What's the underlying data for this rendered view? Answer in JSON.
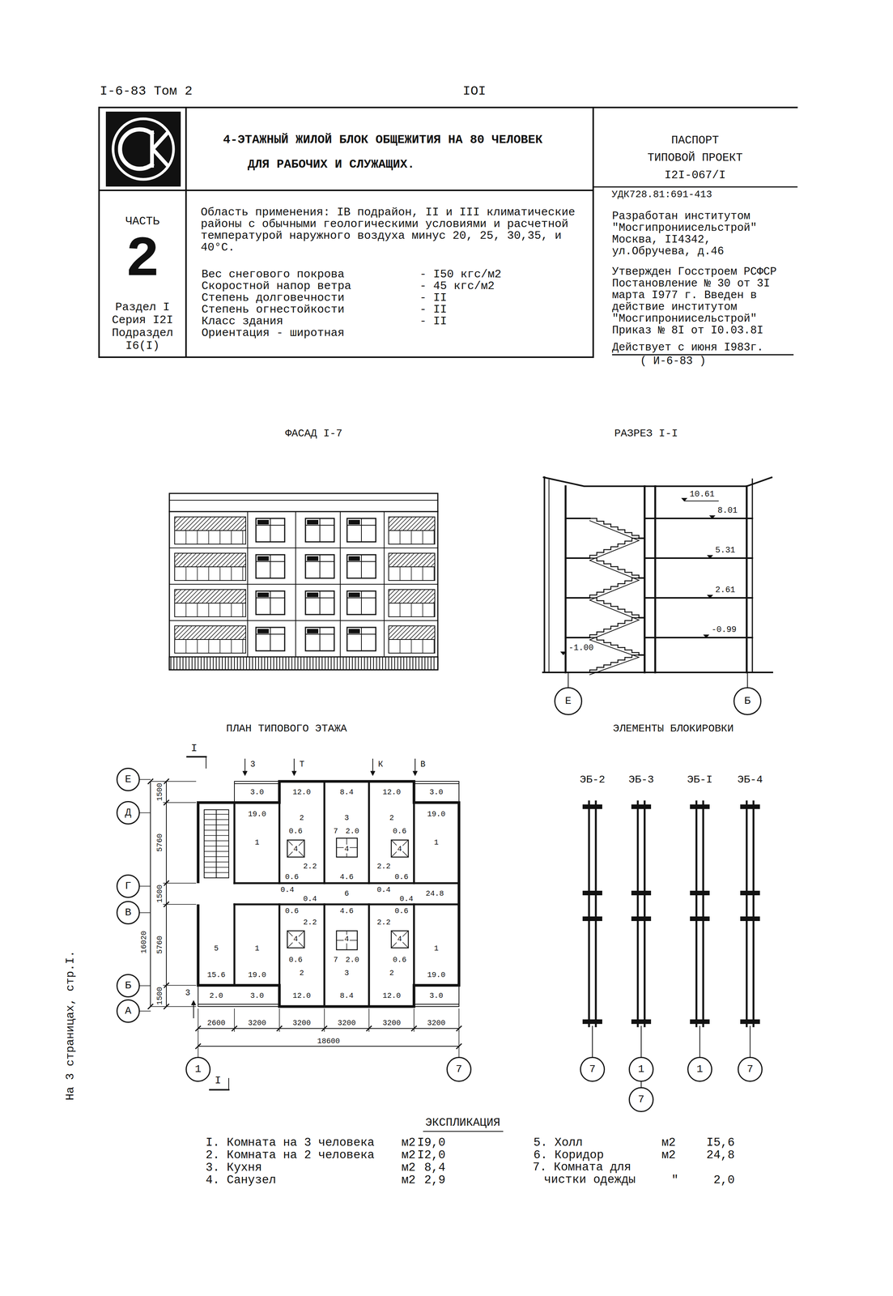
{
  "diagram": {
    "nodes": [
      {
        "text": [
          "4-ЭТАЖНЫЙ ЖИЛОЙ БЛОК ОБЩЕЖИТИЯ НА 80 ЧЕЛОВЕК ДЛЯ РАБОЧИХ И СЛУЖАЩИХ."
        ]
      },
      {
        "text": [
          "ПАСПОРТ",
          "ТИПОВОЙ ПРОЕКТ",
          "I2I-067/I"
        ]
      },
      {
        "text": [
          "Разработан институтом \"Мосгипрониисельстрой\" Москва, II4342, ул.Обручева, д.46",
          "Утвержден Госстроем РСФСР Постановление № 30 от 3I марта I977 г. Введен в действие институтом \"Мосгипрониисельстрой\" Приказ № 8I от I0.03.8I",
          "Действует с июня I983г.",
          "( И-6-83 )"
        ]
      },
      {
        "text": [
          "ЧАСТЬ",
          "2",
          "Раздел I",
          "Серия I2I",
          "Подраздел I6(I)"
        ]
      },
      {
        "text": [
          "Область применения: IВ подрайон, II и III климатические районы с обычными геологическими условиями и расчетной температурой наружного воздуха минус 20, 25, 30,35, и 40°С."
        ]
      },
      {
        "text": [
          "Е"
        ]
      },
      {
        "text": [
          "Б"
        ]
      },
      {
        "text": [
          "Е"
        ]
      },
      {
        "text": [
          "Д"
        ]
      },
      {
        "text": [
          "Г"
        ]
      },
      {
        "text": [
          "В"
        ]
      },
      {
        "text": [
          "Б"
        ]
      },
      {
        "text": [
          "А"
        ]
      },
      {
        "text": [
          "1"
        ]
      },
      {
        "text": [
          "7"
        ]
      },
      {
        "text": [
          "7"
        ]
      },
      {
        "text": [
          "1"
        ]
      },
      {
        "text": [
          "7"
        ]
      },
      {
        "text": [
          "1"
        ]
      },
      {
        "text": [
          "7"
        ]
      }
    ],
    "labels": [
      "I-6-83 Том 2",
      "IOI",
      "УДК728.81:691-413",
      "Вес снегового покрова",
      "- I50 кгс/м2",
      "Скоростной напор ветра",
      "- 45 кгс/м2",
      "Степень долговечности",
      "- II",
      "Степень огнестойкости",
      "- II",
      "Класс здания",
      "- II",
      "Ориентация - широтная",
      "ФАСАД I-7",
      "РАЗРЕЗ I-I",
      "10.61",
      "8.01",
      "5.31",
      "2.61",
      "-0.99",
      "-1.00",
      "ПЛАН ТИПОВОГО ЭТАЖА",
      "ЭЛЕМЕНТЫ БЛОКИРОВКИ",
      "I",
      "3",
      "Т",
      "К",
      "В",
      "1500",
      "5760",
      "1500",
      "5760",
      "1500",
      "16020",
      "2600",
      "3200",
      "3200",
      "3200",
      "3200",
      "3200",
      "18600",
      "I",
      "3",
      "3.0",
      "12.0",
      "8.4",
      "12.0",
      "3.0",
      "19.0",
      "2",
      "3",
      "2",
      "19.0",
      "1",
      "0.6",
      "7",
      "2.0",
      "0.6",
      "4",
      "4",
      "4",
      "1",
      "2.2",
      "2.2",
      "0.6",
      "4.6",
      "0.6",
      "0.4",
      "0.4",
      "6",
      "0.4",
      "0.4",
      "24.8",
      "0.6",
      "4.6",
      "0.6",
      "2.2",
      "2.2",
      "5",
      "1",
      "4",
      "4",
      "4",
      "1",
      "0.6",
      "7",
      "2.0",
      "0.6",
      "15.6",
      "19.0",
      "2",
      "3",
      "2",
      "19.0",
      "2.0",
      "3.0",
      "12.0",
      "8.4",
      "12.0",
      "3.0",
      "ЭБ-2",
      "ЭБ-3",
      "ЭБ-I",
      "ЭБ-4",
      "ЭКСПЛИКАЦИЯ",
      "I. Комната на 3 человека",
      "м2",
      "I9,0",
      "2. Комната на 2 человека",
      "м2",
      "I2,0",
      "3. Кухня",
      "м2",
      "8,4",
      "4. Санузел",
      "м2",
      "2,9",
      "5. Холл",
      "м2",
      "I5,6",
      "6. Коридор",
      "м2",
      "24,8",
      "7. Комната для чистки одежды",
      "\"",
      "2,0",
      "На 3 страницах, стр.I."
    ]
  }
}
